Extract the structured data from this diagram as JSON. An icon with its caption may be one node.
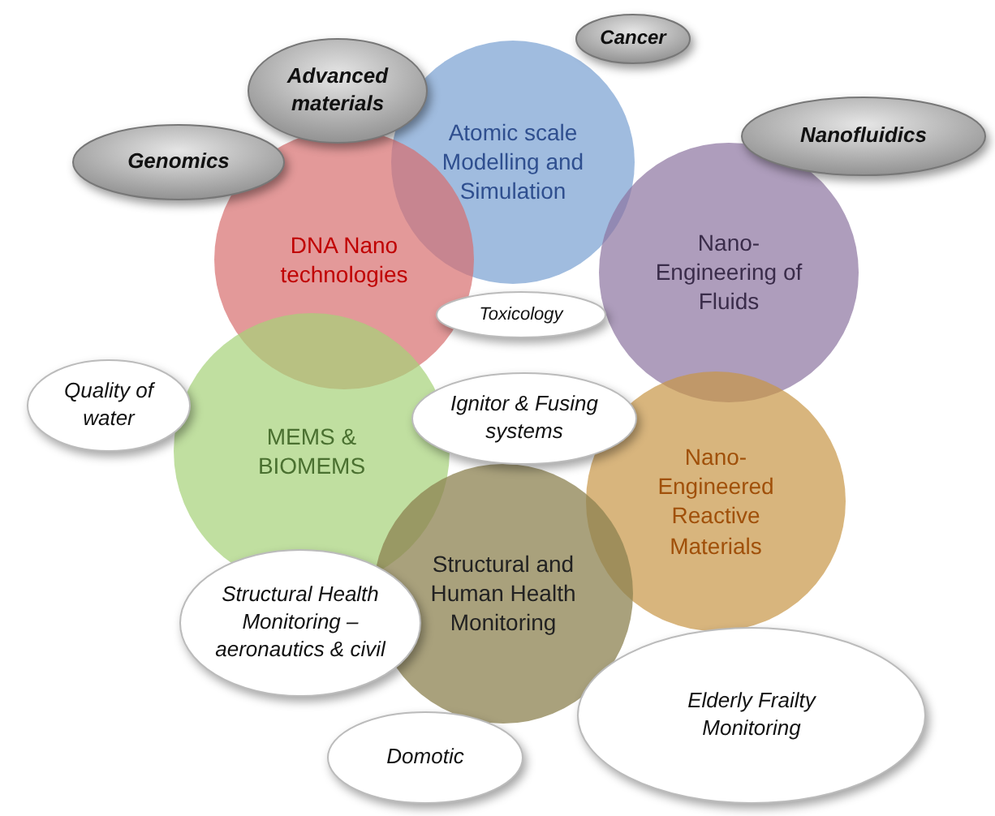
{
  "diagram": {
    "nodes": [
      {
        "text": [
          "Cancer"
        ]
      },
      {
        "text": [
          "Advanced materials"
        ]
      },
      {
        "text": [
          "Atomic scale Modelling and Simulation"
        ]
      },
      {
        "text": [
          "Genomics"
        ]
      },
      {
        "text": [
          "Nanofluidics"
        ]
      },
      {
        "text": [
          "DNA Nano technologies"
        ]
      },
      {
        "text": [
          "Nano-Engineering of Fluids"
        ]
      },
      {
        "text": [
          "Toxicology"
        ]
      },
      {
        "text": [
          "Quality of water"
        ]
      },
      {
        "text": [
          "MEMS & BIOMEMS"
        ]
      },
      {
        "text": [
          "Ignitor & Fusing systems"
        ]
      },
      {
        "text": [
          "Nano-Engineered Reactive Materials"
        ]
      },
      {
        "text": [
          "Structural and Human Health Monitoring"
        ]
      },
      {
        "text": [
          "Structural Health Monitoring – aeronautics & civil"
        ]
      },
      {
        "text": [
          "Elderly Frailty Monitoring"
        ]
      },
      {
        "text": [
          "Domotic"
        ]
      }
    ]
  }
}
